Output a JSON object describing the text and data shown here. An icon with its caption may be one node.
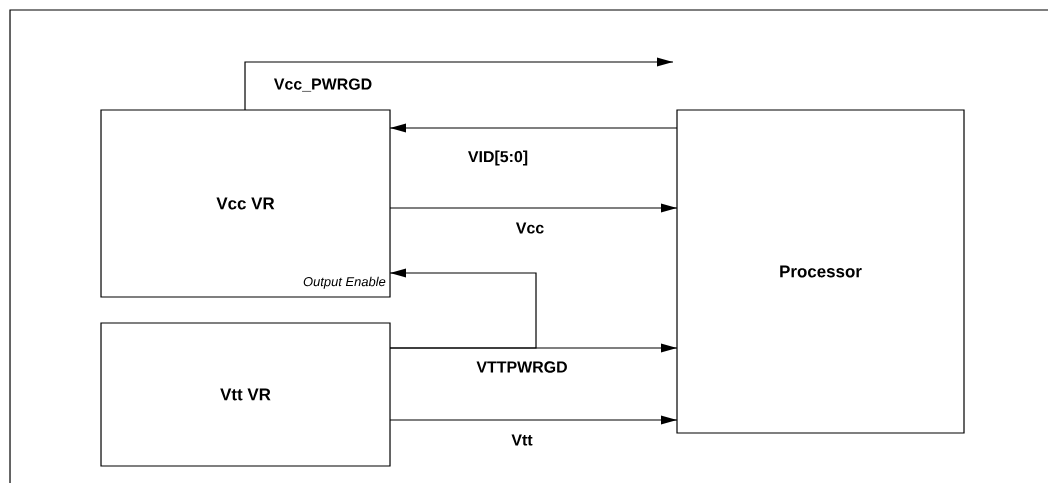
{
  "diagram": {
    "nodes": [
      {
        "text": [
          "Vcc VR",
          "Output Enable"
        ]
      },
      {
        "text": [
          "Vtt VR"
        ]
      },
      {
        "text": [
          "Processor"
        ]
      }
    ],
    "edges": [
      {
        "from": 0,
        "to": null,
        "arrow": "to",
        "label": "Vcc_PWRGD"
      },
      {
        "from": 2,
        "to": 0,
        "arrow": "to",
        "label": "VID[5:0]"
      },
      {
        "from": 0,
        "to": 2,
        "arrow": "to",
        "label": "Vcc"
      },
      {
        "from": 1,
        "to": 2,
        "arrow": "to",
        "label": "VTTPWRGD"
      },
      {
        "from": 1,
        "to": 0,
        "arrow": "to"
      },
      {
        "from": 1,
        "to": 2,
        "arrow": "to",
        "label": "Vtt"
      }
    ]
  }
}
